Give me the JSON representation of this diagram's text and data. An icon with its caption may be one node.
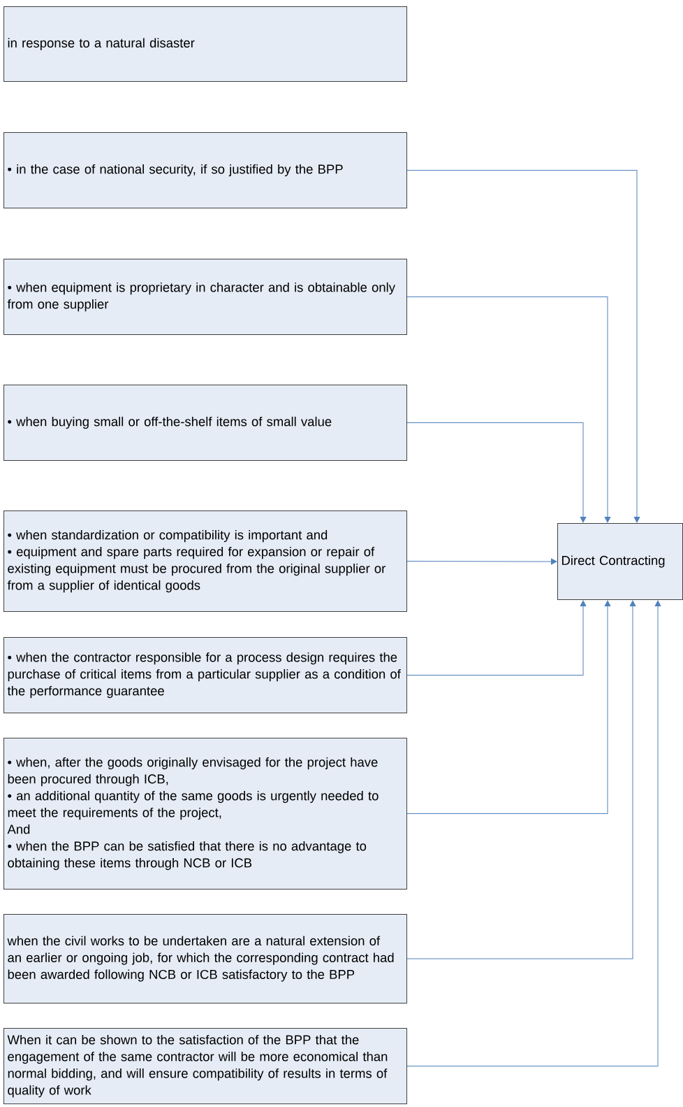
{
  "diagram": {
    "nodes": [
      {
        "text": [
          "in response to a natural disaster"
        ]
      },
      {
        "text": [
          "• in the case of national security, if so justified by the BPP"
        ]
      },
      {
        "text": [
          "• when equipment is proprietary in character and is obtainable only from one supplier"
        ]
      },
      {
        "text": [
          "• when buying small or off-the-shelf items of small value"
        ]
      },
      {
        "text": [
          "• when standardization or compatibility is important and",
          "• equipment and spare parts required for expansion or repair of existing equipment must be procured from the original supplier or from a supplier of identical goods"
        ]
      },
      {
        "text": [
          "• when the contractor responsible for a process design requires the purchase of critical items from a particular supplier as a condition of the performance guarantee"
        ]
      },
      {
        "text": [
          "• when, after the goods originally envisaged for the project have been procured through ICB,",
          "• an additional quantity of the same goods is urgently needed to meet the requirements of the project,",
          "And",
          "• when the BPP can be satisfied that there is no advantage to obtaining these items through NCB or ICB"
        ]
      },
      {
        "text": [
          "when the civil works to be undertaken are a natural extension of an earlier or ongoing job, for which the corresponding contract had been awarded following NCB or ICB satisfactory to the BPP"
        ]
      },
      {
        "text": [
          "When it can be shown to the satisfaction of the BPP that the engagement of the same contractor will be more economical than normal bidding, and will ensure compatibility of results in terms of quality of work"
        ]
      },
      {
        "text": [
          "Direct Contracting"
        ]
      }
    ],
    "edges": [
      {
        "from": 1,
        "to": 9,
        "arrow": "to"
      },
      {
        "from": 2,
        "to": 9,
        "arrow": "to"
      },
      {
        "from": 3,
        "to": 9,
        "arrow": "to"
      },
      {
        "from": 4,
        "to": 9,
        "arrow": "to"
      },
      {
        "from": 5,
        "to": 9,
        "arrow": "to"
      },
      {
        "from": 6,
        "to": 9,
        "arrow": "to"
      },
      {
        "from": 7,
        "to": 9,
        "arrow": "to"
      },
      {
        "from": 8,
        "to": 9,
        "arrow": "to"
      }
    ]
  }
}
